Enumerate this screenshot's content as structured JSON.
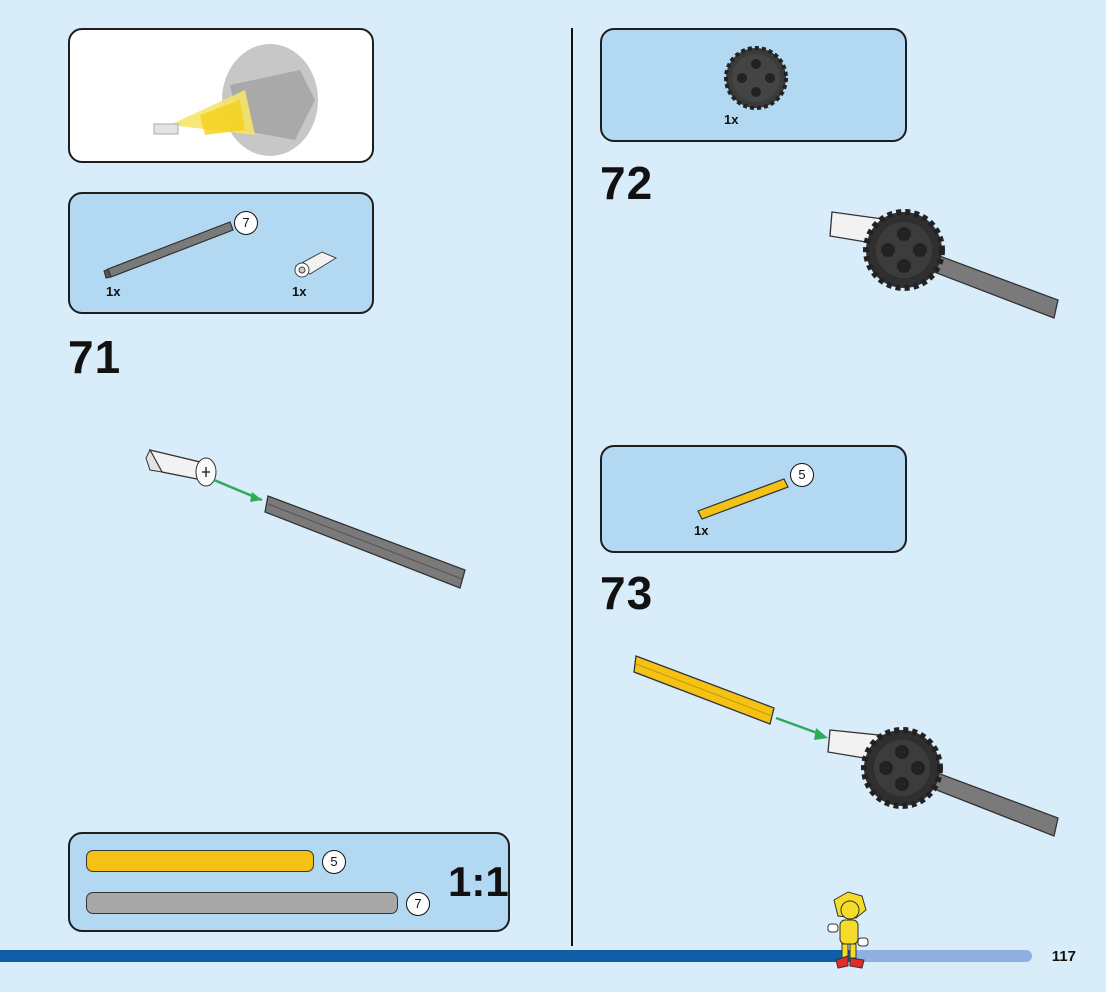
{
  "steps": {
    "step71": {
      "number": "71",
      "parts": [
        {
          "qty": "1x",
          "length": "7"
        },
        {
          "qty": "1x"
        }
      ]
    },
    "step72": {
      "number": "72",
      "parts": [
        {
          "qty": "1x"
        }
      ]
    },
    "step73": {
      "number": "73",
      "parts": [
        {
          "qty": "1x",
          "length": "5"
        }
      ]
    }
  },
  "ruler": {
    "yellow_length": "5",
    "gray_length": "7",
    "scale_label": "1:1"
  },
  "page": {
    "number": "117"
  },
  "colors": {
    "background": "#d8ecfa",
    "callout_blue": "#b3d8f2",
    "axle_yellow": "#f4c214",
    "axle_gray": "#7a7a7a",
    "gear_dark": "#3a3a3a",
    "arrow_green": "#2faa5a",
    "bar_blue": "#0f5ea8"
  }
}
